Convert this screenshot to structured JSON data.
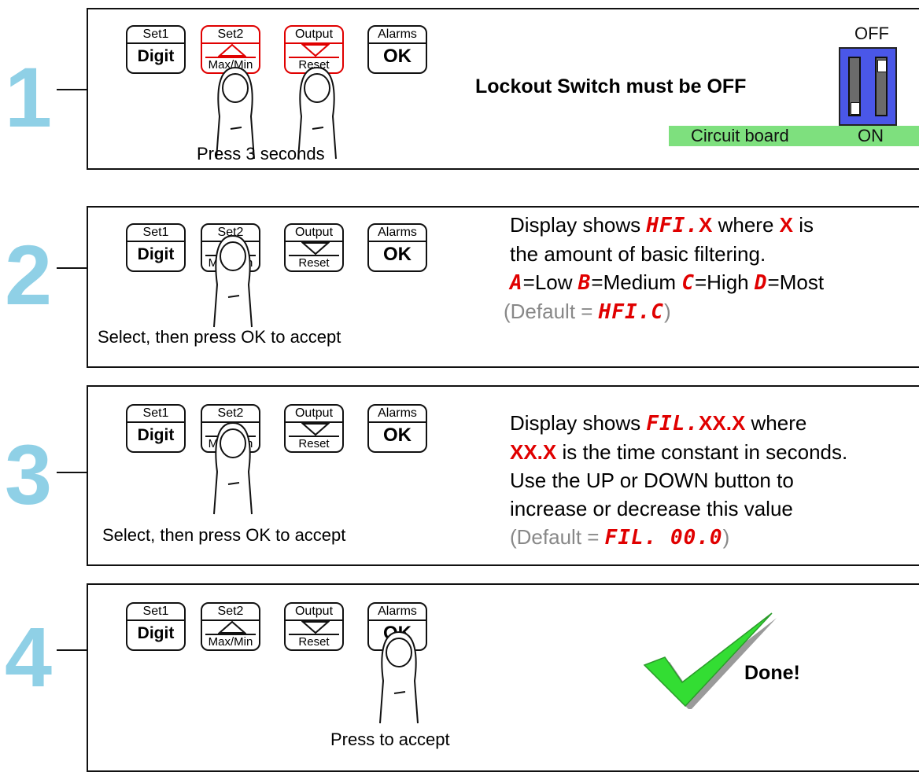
{
  "steps": [
    {
      "number": "1",
      "caption": "Press 3 seconds",
      "title": "Lockout Switch must be OFF",
      "switch": {
        "off_label": "OFF",
        "on_label": "ON",
        "board_label": "Circuit board"
      }
    },
    {
      "number": "2",
      "caption": "Select, then press OK to accept",
      "desc": {
        "shows": "Display shows ",
        "code": "HFI.",
        "x": "X",
        "where": " where ",
        "x2": "X",
        "is": " is",
        "line2": "the amount of basic filtering.",
        "opt_a": "A",
        "low": "=Low ",
        "opt_b": "B",
        "medium": "=Medium ",
        "opt_c": "C",
        "high": "=High ",
        "opt_d": "D",
        "most": "=Most",
        "default_open": "(Default = ",
        "default_code": "HFI.C",
        "default_close": ")"
      }
    },
    {
      "number": "3",
      "caption": "Select, then press OK to accept",
      "desc": {
        "shows": "Display shows ",
        "code": "FIL.",
        "xx": "XX.X",
        "where": " where",
        "xx2": "XX.X",
        "line2": " is the time constant in seconds.",
        "line3": "Use the UP or DOWN button to",
        "line4": "increase or decrease this value",
        "default_open": "(Default = ",
        "default_code": "FIL. 00.0",
        "default_close": ")"
      }
    },
    {
      "number": "4",
      "caption": "Press to accept",
      "done": "Done!"
    }
  ],
  "buttons": {
    "set1": {
      "top": "Set1",
      "main": "Digit"
    },
    "set2": {
      "top": "Set2",
      "bottom": "Max/Min"
    },
    "output": {
      "top": "Output",
      "bottom": "Reset"
    },
    "alarms": {
      "top": "Alarms",
      "main": "OK"
    }
  },
  "colors": {
    "step_number": "#8fd0e6",
    "highlight": "#e00000",
    "switch": "#4a57e8",
    "board": "#7ee07e",
    "check": "#33dd33"
  }
}
